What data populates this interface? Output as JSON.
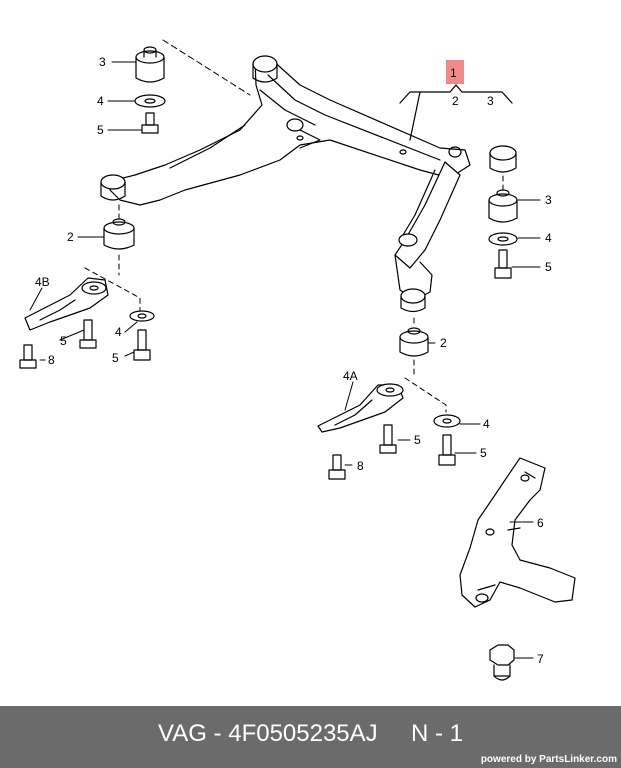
{
  "callouts": {
    "c1": "1",
    "c2a": "2",
    "c3a": "3",
    "l3_left": "3",
    "l4_left": "4",
    "l5_left": "5",
    "l3_right": "3",
    "l4_right": "4",
    "l5_right": "5",
    "l2_left": "2",
    "l2_right": "2",
    "l4B": "4B",
    "l5_4B": "5",
    "l8_4B": "8",
    "l4_4B": "4",
    "l5b_4B": "5",
    "l4A": "4A",
    "l5_4A": "5",
    "l8_4A": "8",
    "l4_4A": "4",
    "l5b_4A": "5",
    "l6": "6",
    "l7": "7"
  },
  "highlight_color": "#f08a8a",
  "footer": {
    "part_text": "VAG - 4F0505235AJ     N - 1",
    "brand": "powered by PartsLinker.com",
    "bg_color": "#6b6b6b"
  }
}
